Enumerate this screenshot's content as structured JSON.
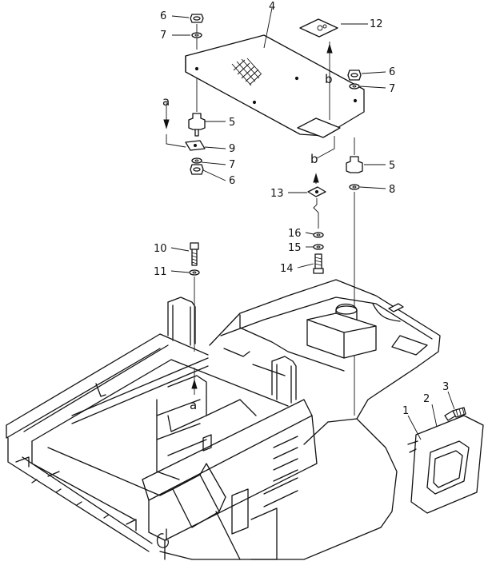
{
  "figure": {
    "part_callouts": [
      {
        "id": "c6a",
        "text": "6"
      },
      {
        "id": "c7a",
        "text": "7"
      },
      {
        "id": "c4",
        "text": "4"
      },
      {
        "id": "c12",
        "text": "12"
      },
      {
        "id": "c6b",
        "text": "6"
      },
      {
        "id": "c7b",
        "text": "7"
      },
      {
        "id": "c5a",
        "text": "5"
      },
      {
        "id": "c9",
        "text": "9"
      },
      {
        "id": "c7c",
        "text": "7"
      },
      {
        "id": "c6c",
        "text": "6"
      },
      {
        "id": "c5b",
        "text": "5"
      },
      {
        "id": "c8",
        "text": "8"
      },
      {
        "id": "c13",
        "text": "13"
      },
      {
        "id": "c16",
        "text": "16"
      },
      {
        "id": "c15",
        "text": "15"
      },
      {
        "id": "c14",
        "text": "14"
      },
      {
        "id": "c10",
        "text": "10"
      },
      {
        "id": "c11",
        "text": "11"
      },
      {
        "id": "c3",
        "text": "3"
      },
      {
        "id": "c2",
        "text": "2"
      },
      {
        "id": "c1",
        "text": "1"
      }
    ],
    "view_markers": [
      {
        "id": "a_top",
        "text": "a"
      },
      {
        "id": "a_bottom",
        "text": "a"
      },
      {
        "id": "b_top",
        "text": "b"
      },
      {
        "id": "b_mid",
        "text": "b"
      }
    ]
  }
}
